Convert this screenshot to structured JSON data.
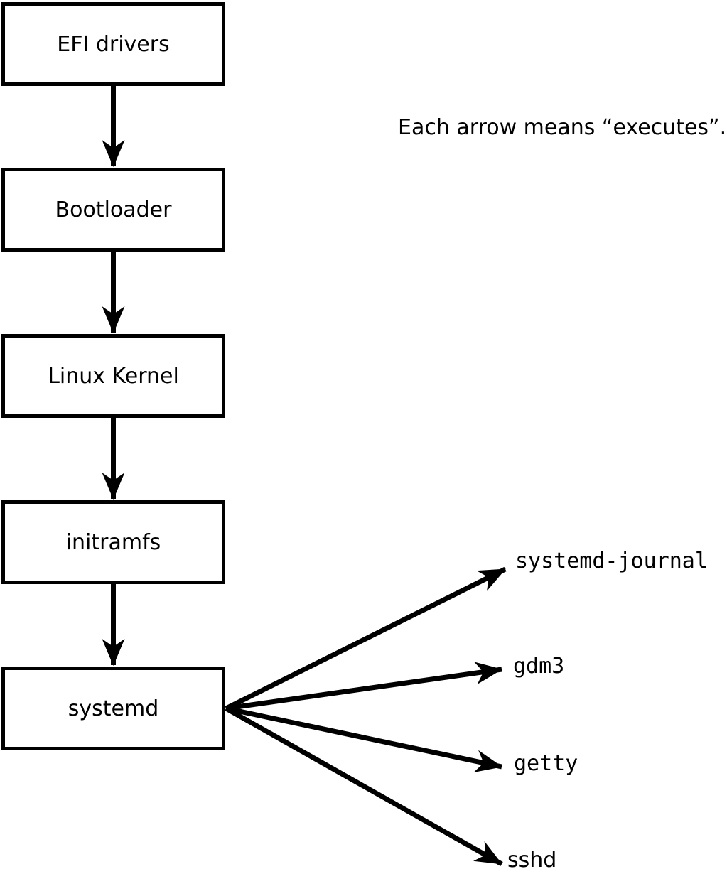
{
  "annotation": "Each arrow means “executes”.",
  "arrow_semantics": "executes",
  "boot_chain": [
    {
      "label": "EFI drivers"
    },
    {
      "label": "Bootloader"
    },
    {
      "label": "Linux Kernel"
    },
    {
      "label": "initramfs"
    },
    {
      "label": "systemd"
    }
  ],
  "spawned_processes": [
    {
      "label": "systemd-journal"
    },
    {
      "label": "gdm3"
    },
    {
      "label": "getty"
    },
    {
      "label": "sshd"
    }
  ],
  "colors": {
    "line": "#000000",
    "box_border": "#000000",
    "box_fill": "#ffffff",
    "background": "#ffffff"
  }
}
